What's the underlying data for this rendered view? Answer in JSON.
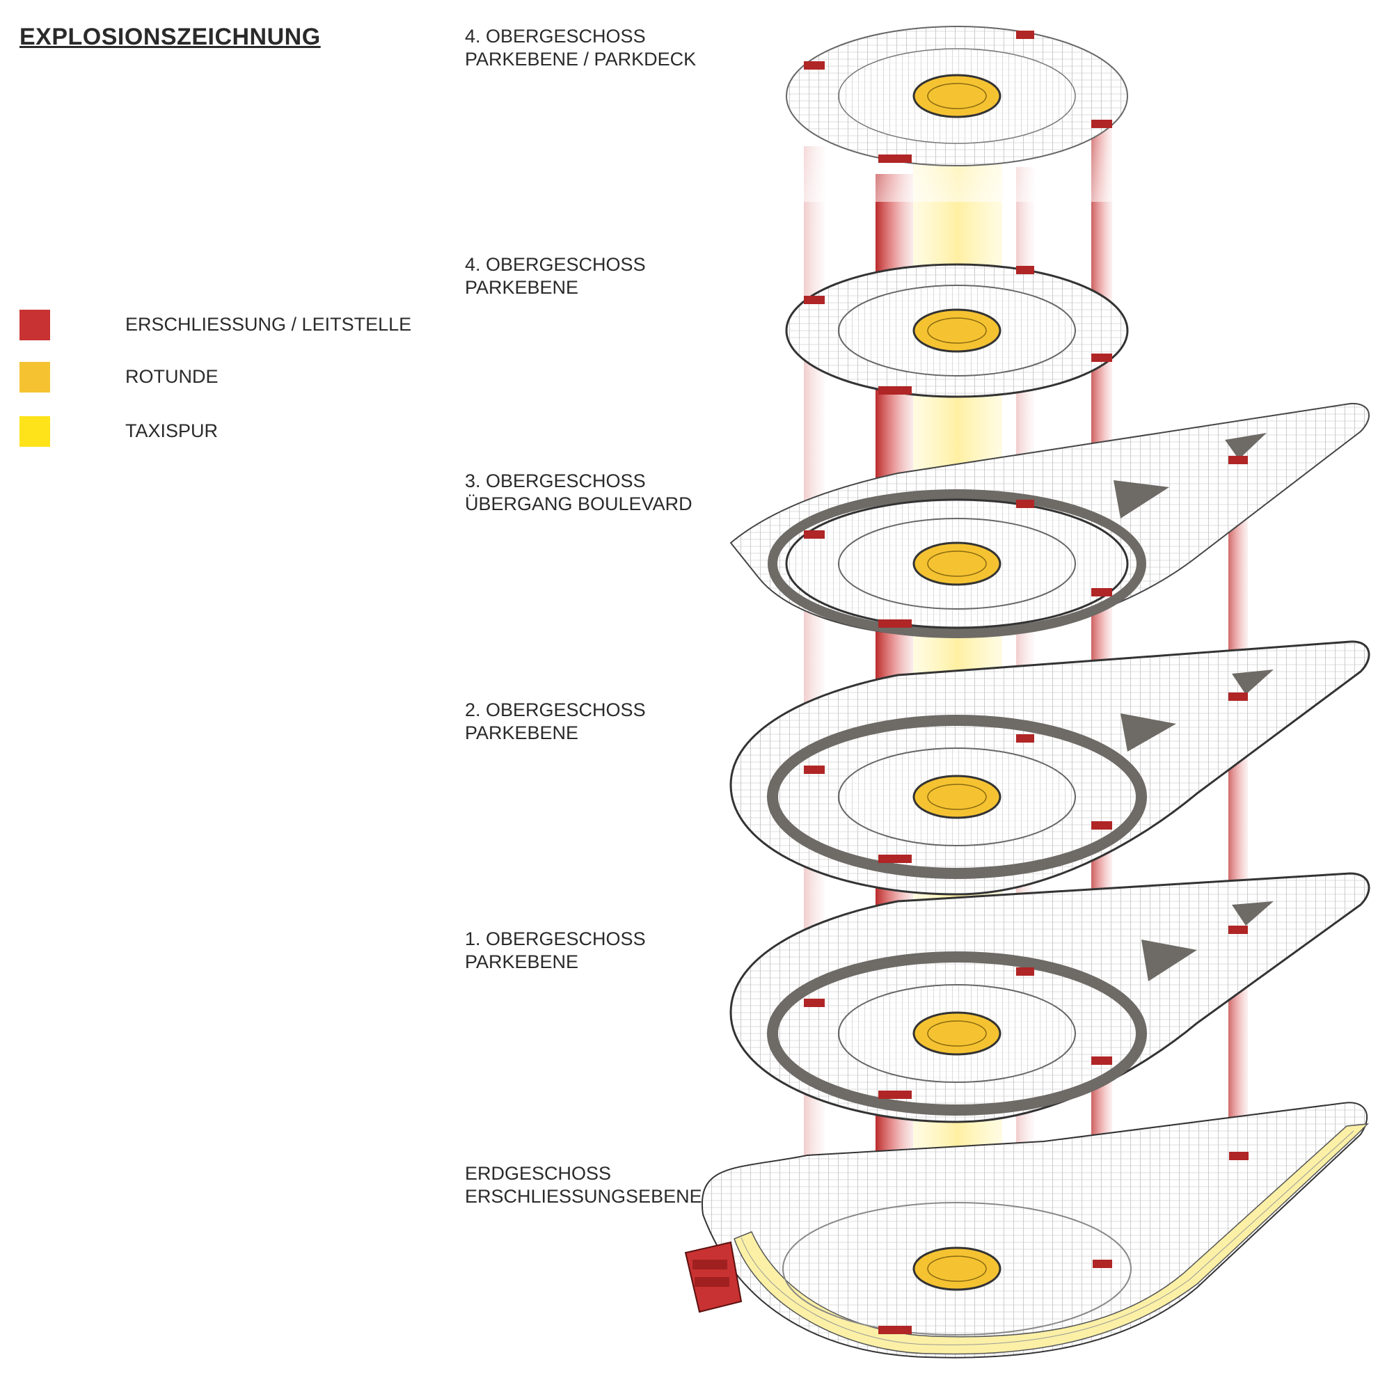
{
  "title": "EXPLOSIONSZEICHNUNG",
  "colors": {
    "erschliessung": "#c93232",
    "rotunde": "#f5c332",
    "taxispur": "#ffe31a"
  },
  "legend": [
    {
      "label": "ERSCHLIESSUNG / LEITSTELLE",
      "color": "#c93232"
    },
    {
      "label": "ROTUNDE",
      "color": "#f5c332"
    },
    {
      "label": "TAXISPUR",
      "color": "#ffe31a"
    }
  ],
  "levels": [
    {
      "line1": "4. OBERGESCHOSS",
      "line2": "PARKEBENE / PARKDECK"
    },
    {
      "line1": "4. OBERGESCHOSS",
      "line2": "PARKEBENE"
    },
    {
      "line1": "3. OBERGESCHOSS",
      "line2": "ÜBERGANG BOULEVARD"
    },
    {
      "line1": "2. OBERGESCHOSS",
      "line2": "PARKEBENE"
    },
    {
      "line1": "1. OBERGESCHOSS",
      "line2": "PARKEBENE"
    },
    {
      "line1": "ERDGESCHOSS",
      "line2": "ERSCHLIESSUNGSEBENE"
    }
  ]
}
